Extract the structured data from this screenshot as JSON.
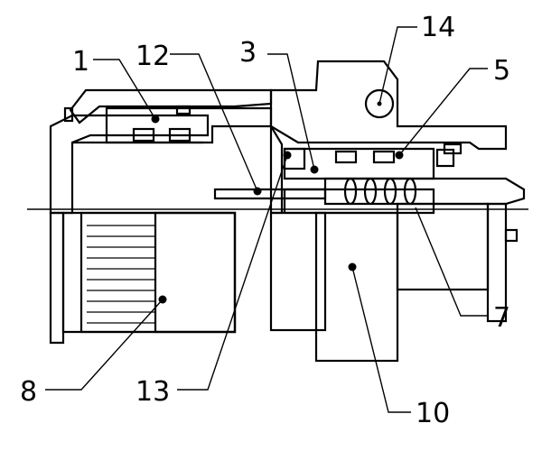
{
  "callouts": [
    {
      "id": "1",
      "text": "1"
    },
    {
      "id": "12",
      "text": "12"
    },
    {
      "id": "3",
      "text": "3"
    },
    {
      "id": "14",
      "text": "14"
    },
    {
      "id": "5",
      "text": "5"
    },
    {
      "id": "8",
      "text": "8"
    },
    {
      "id": "13",
      "text": "13"
    },
    {
      "id": "10",
      "text": "10"
    },
    {
      "id": "7",
      "text": "7"
    }
  ],
  "colors": {
    "ink": "#000000",
    "paper": "#ffffff"
  }
}
